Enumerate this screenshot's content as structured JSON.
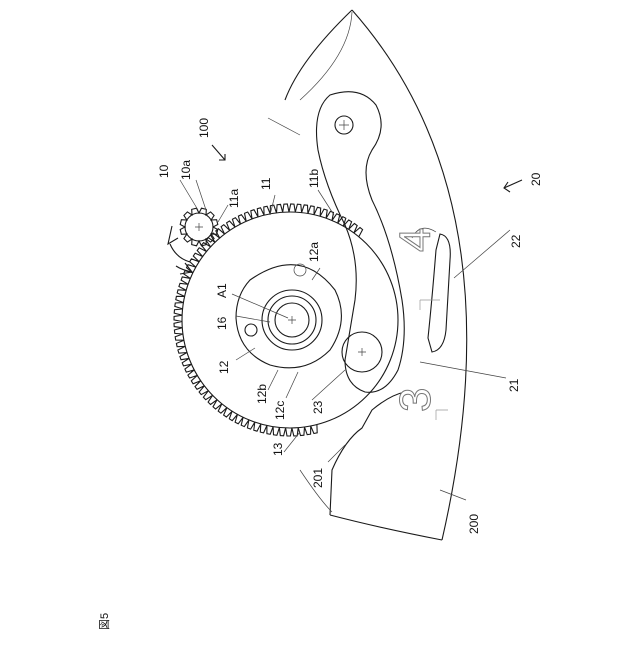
{
  "figure": {
    "caption": "図5",
    "labels": {
      "l10": "10",
      "l10a": "10a",
      "l11a": "11a",
      "l11": "11",
      "l100": "100",
      "l11b": "11b",
      "l20": "20",
      "l22": "22",
      "l12a": "12a",
      "lA1": "A1",
      "l16": "16",
      "l12": "12",
      "l12b": "12b",
      "l12c": "12c",
      "l23": "23",
      "l21": "21",
      "l13": "13",
      "l201": "201",
      "l200": "200"
    },
    "dial_numerals": {
      "four": "4",
      "three": "3"
    }
  }
}
